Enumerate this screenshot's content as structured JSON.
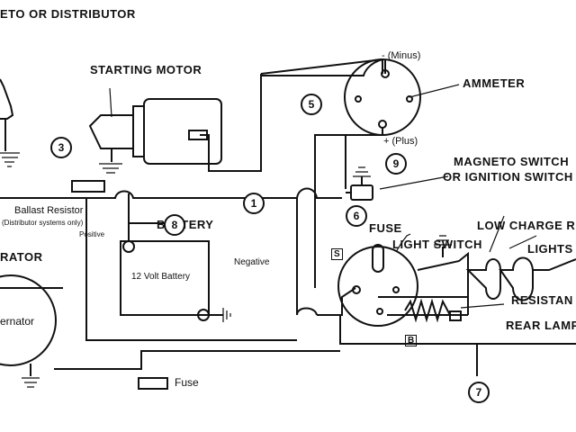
{
  "labels": {
    "magneto_distributor": "ETO OR DISTRIBUTOR",
    "starting_motor": "STARTING MOTOR",
    "ammeter": "AMMETER",
    "minus": "- (Minus)",
    "plus": "+ (Plus)",
    "magneto_switch_1": "MAGNETO SWITCH",
    "magneto_switch_2": "OR IGNITION SWITCH",
    "ballast_resistor": "Ballast Resistor",
    "distributor_only": "(Distributor systems only)",
    "positive": "Positive",
    "battery": "BATTERY",
    "battery_inside": "12 Volt Battery",
    "negative": "Negative",
    "fuse": "FUSE",
    "light_switch": "LIGHT SWITCH",
    "low_charge": "LOW CHARGE R",
    "lights": "LIGHTS",
    "resistance": "RESISTAN",
    "rear_lamp": "REAR LAMP",
    "generator": "RATOR",
    "alternator": "ernator",
    "fuse_lower": "Fuse",
    "terminal_s": "S",
    "terminal_b": "B"
  },
  "callouts": [
    "1",
    "3",
    "5",
    "6",
    "7",
    "8",
    "9"
  ]
}
